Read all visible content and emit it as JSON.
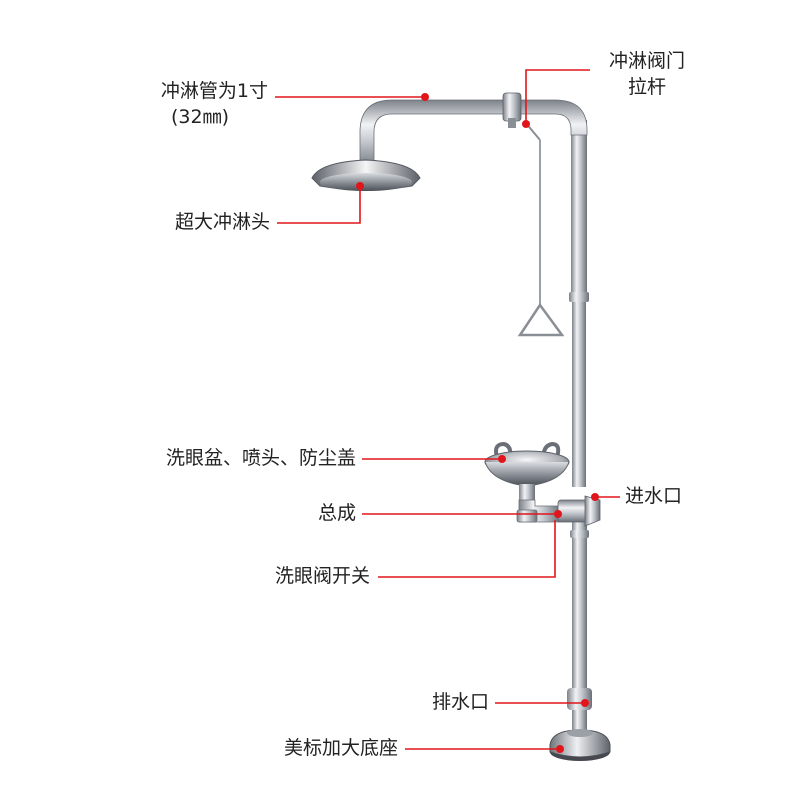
{
  "labels": {
    "shower_pipe": "冲淋管为1寸",
    "shower_pipe_size": "(32㎜)",
    "shower_valve": "冲淋阀门",
    "shower_valve_rod": "拉杆",
    "shower_head": "超大冲淋头",
    "eyewash_bowl": "洗眼盆、喷头、防尘盖",
    "assembly": "总成",
    "eyewash_valve": "洗眼阀开关",
    "water_inlet": "进水口",
    "drain_outlet": "排水口",
    "base": "美标加大底座"
  },
  "colors": {
    "leader_line": "#e0161c",
    "label_text": "#222222",
    "steel_light": "#e6e8ec",
    "steel_mid": "#b5b9c0",
    "steel_dark": "#6b7078"
  }
}
